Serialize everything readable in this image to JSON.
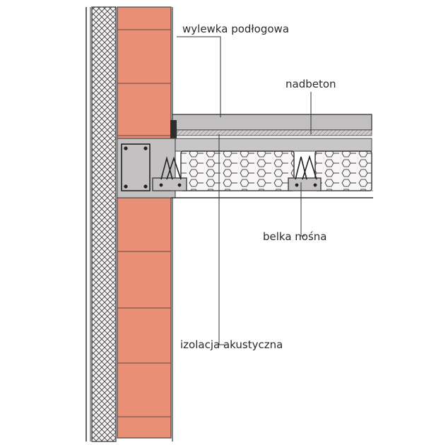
{
  "labels": {
    "screed": "wylewka podłogowa",
    "topping": "nadbeton",
    "beam": "belka nośna",
    "acoustic": "izolacja akustyczna"
  },
  "colors": {
    "brick": "#e98f76",
    "brick_light": "#f0a58d",
    "concrete": "#c9c6c8",
    "screed": "#bdbabc",
    "insulation_hatch": "#4a4a4a",
    "line": "#333333"
  }
}
